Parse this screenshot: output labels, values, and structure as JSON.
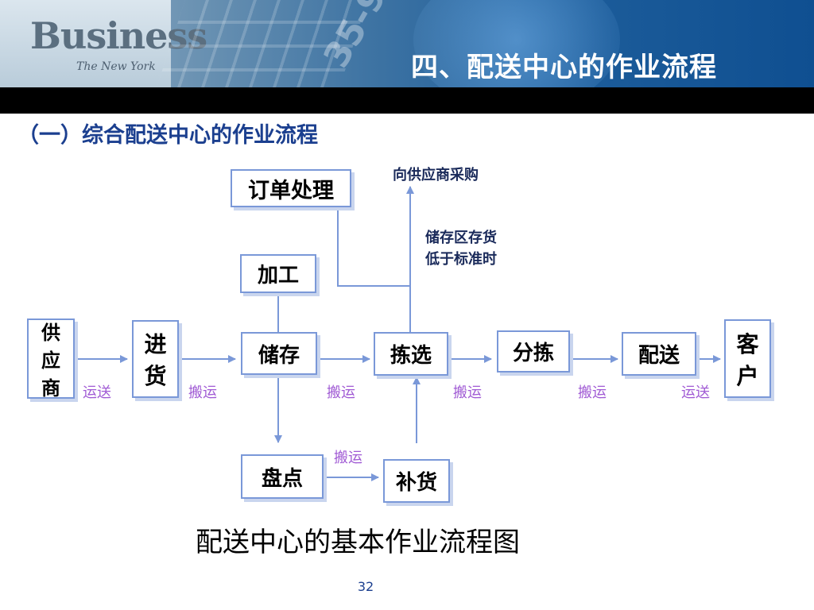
{
  "banner": {
    "title": "四、配送中心的作业流程",
    "decor_word": "Business",
    "decor_sub": "The New York",
    "decor_digits": "35-9"
  },
  "section_title": "（一）综合配送中心的作业流程",
  "nodes": {
    "supplier": [
      "供",
      "应",
      "商"
    ],
    "receiving": [
      "进",
      "货"
    ],
    "storage": "储存",
    "picking": "拣选",
    "sorting": "分拣",
    "delivery": "配送",
    "customer": [
      "客",
      "户"
    ],
    "order_processing": "订单处理",
    "processing": "加工",
    "inventory_count": "盘点",
    "replenishment": "补货"
  },
  "edge_labels": {
    "supplier_to_receiving": "运送",
    "receiving_to_storage": "搬运",
    "storage_to_picking": "搬运",
    "picking_to_sorting": "搬运",
    "sorting_to_delivery": "搬运",
    "delivery_to_customer": "运送",
    "count_to_replenish": "搬运"
  },
  "annotations": {
    "purchase": "向供应商采购",
    "condition_line1": "储存区存货",
    "condition_line2": "低于标准时"
  },
  "caption": "配送中心的基本作业流程图",
  "page_number": "32",
  "colors": {
    "node_border": "#7a98d8",
    "node_shadow": "#c9d5ee",
    "edge_label": "#a05ad4",
    "title_blue": "#1b3f8f"
  }
}
